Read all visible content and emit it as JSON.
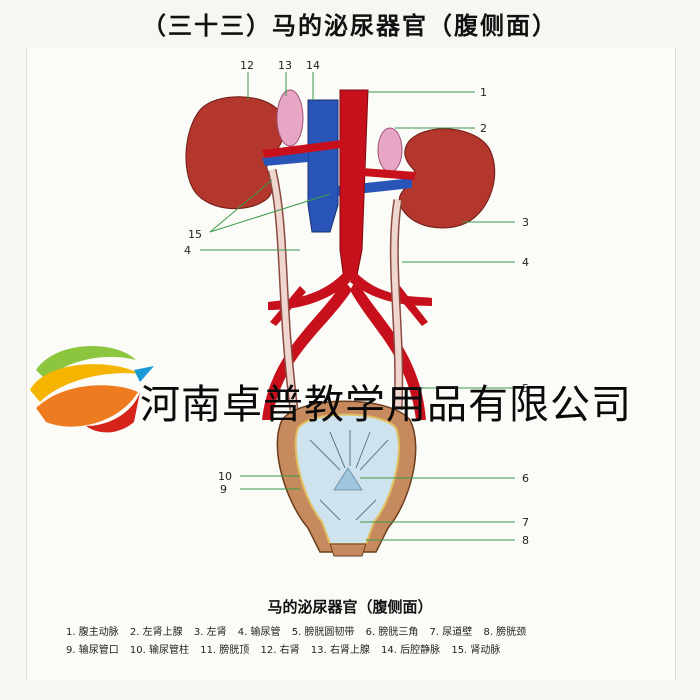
{
  "title": "（三十三）马的泌尿器官（腹侧面）",
  "caption": "马的泌尿器官（腹侧面）",
  "labels": {
    "n1": "1",
    "n2": "2",
    "n3": "3",
    "n4a": "4",
    "n4b": "4",
    "n5": "5",
    "n6": "6",
    "n7": "7",
    "n8": "8",
    "n9": "9",
    "n10": "10",
    "n12": "12",
    "n13": "13",
    "n14": "14",
    "n15": "15"
  },
  "legend": [
    "1. 腹主动脉",
    "2. 左肾上腺",
    "3. 左肾",
    "4. 输尿管",
    "5. 膀胱圆韧带",
    "6. 膀胱三角",
    "7. 尿道壁",
    "8. 膀胱颈",
    "9. 输尿管口",
    "10. 输尿管柱",
    "11. 膀胱顶",
    "12. 右肾",
    "13. 右肾上腺",
    "14. 后腔静脉",
    "15. 肾动脉"
  ],
  "watermark": "河南卓普教学用品有限公司",
  "colors": {
    "kidney": "#b3372c",
    "adrenal": "#e7a7c4",
    "artery": "#c8101c",
    "vein": "#2a55b8",
    "ureter": "#e9c8c0",
    "bladder_wall": "#c78a5e",
    "bladder_lumen": "#cfe3ef"
  }
}
